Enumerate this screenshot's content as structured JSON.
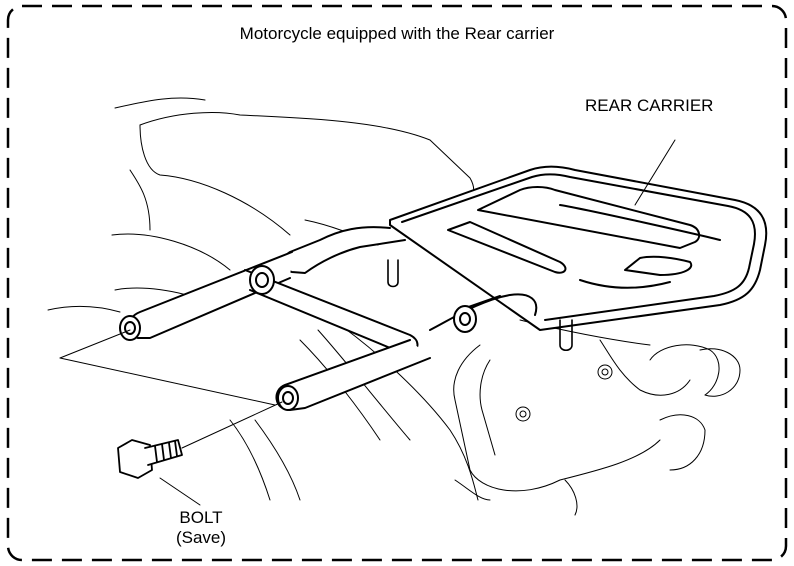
{
  "caption": "Motorcycle equipped with the Rear carrier",
  "labels": {
    "rear_carrier": "REAR CARRIER",
    "bolt": "BOLT",
    "bolt_note": "(Save)"
  },
  "colors": {
    "line": "#000000",
    "background": "#ffffff"
  }
}
